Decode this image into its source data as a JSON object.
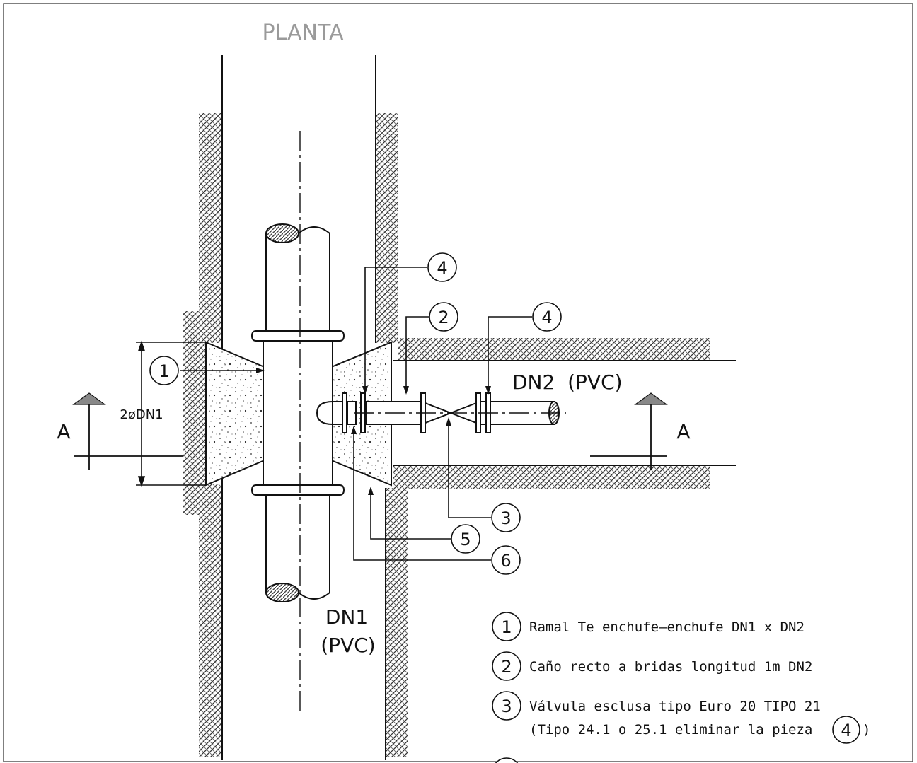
{
  "drawing": {
    "view_title": "PLANTA",
    "section_marks": [
      "A",
      "A"
    ],
    "dimension_label": "2øDN1",
    "main_pipe_label_line1": "DN1",
    "main_pipe_label_line2": "(PVC)",
    "branch_pipe_label": "DN2  (PVC)"
  },
  "callouts": [
    "4",
    "2",
    "4",
    "1",
    "3",
    "5",
    "6"
  ],
  "legend": [
    {
      "num": "1",
      "text": "Ramal Te enchufe—enchufe DN1 x DN2"
    },
    {
      "num": "2",
      "text": "Caño recto a bridas longitud 1m DN2"
    },
    {
      "num": "3",
      "text": "Válvula esclusa tipo Euro 20 TIPO 21",
      "text2": "(Tipo 24.1 o 25.1 eliminar la pieza",
      "ref": "4",
      "close": ")"
    }
  ],
  "colors": {
    "line": "#111111",
    "title": "#9a9a9a",
    "hatch": "#444444"
  }
}
